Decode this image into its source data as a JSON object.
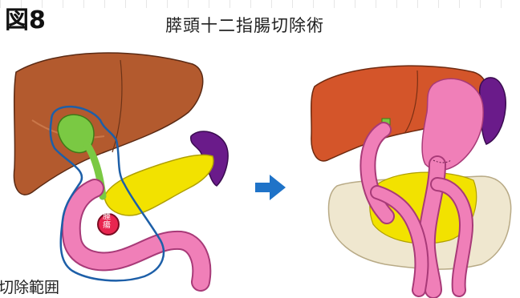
{
  "figure": {
    "label": "図8",
    "title": "膵頭十二指腸切除術"
  },
  "before": {
    "tumor_label": "腫\n瘍",
    "resection_label": "切除範囲"
  },
  "arrow": {
    "icon": "right-arrow-icon",
    "color": "#1f73c8"
  },
  "colors": {
    "liver": "#b35a2e",
    "gallbladder": "#7ac943",
    "pancreas": "#f2e200",
    "spleen": "#6a1b8a",
    "duodenum": "#f07fb8",
    "tumor": "#e8254f",
    "resection_outline": "#1d5fa8",
    "colon": "#efe7cf"
  }
}
